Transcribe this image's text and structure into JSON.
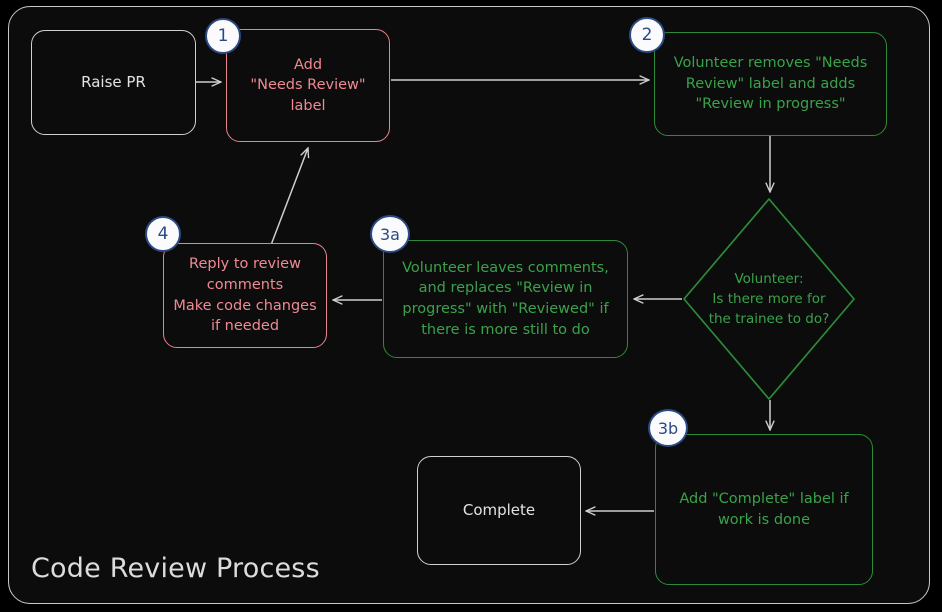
{
  "diagram": {
    "title": "Code Review Process",
    "colors": {
      "background": "#000000",
      "panel": "#0c0c0c",
      "frame_border": "#c9c9c9",
      "gray_node": "#d0d0d0",
      "red_node": "#e8828c",
      "green_node": "#2c8b38",
      "badge_border": "#2b4a84",
      "badge_fill": "#fbfbfd",
      "edge": "#cfcfcf"
    },
    "nodes": [
      {
        "id": "raise-pr",
        "label": "Raise PR",
        "style": "gray",
        "badge": null
      },
      {
        "id": "add-label",
        "label": "Add\n\"Needs Review\"\nlabel",
        "style": "red",
        "badge": "1"
      },
      {
        "id": "volunteer-removes",
        "label": "Volunteer removes \"Needs\nReview\" label and adds\n\"Review in progress\"",
        "style": "green",
        "badge": "2"
      },
      {
        "id": "decision",
        "label": "Volunteer:\nIs there more for\nthe trainee to do?",
        "style": "green-diamond",
        "badge": null
      },
      {
        "id": "volunteer-comments",
        "label": "Volunteer leaves comments,\nand replaces \"Review in\nprogress\" with \"Reviewed\" if\nthere is more still to do",
        "style": "green",
        "badge": "3a"
      },
      {
        "id": "reply-comments",
        "label": "Reply to review\ncomments\nMake code changes\nif needed",
        "style": "red",
        "badge": "4"
      },
      {
        "id": "add-complete",
        "label": "Add \"Complete\" label if\nwork is done",
        "style": "green",
        "badge": "3b"
      },
      {
        "id": "complete",
        "label": "Complete",
        "style": "gray",
        "badge": null
      }
    ],
    "badges": {
      "b1": "1",
      "b2": "2",
      "b3a": "3a",
      "b3b": "3b",
      "b4": "4"
    },
    "edges": [
      {
        "from": "raise-pr",
        "to": "add-label"
      },
      {
        "from": "add-label",
        "to": "volunteer-removes"
      },
      {
        "from": "volunteer-removes",
        "to": "decision"
      },
      {
        "from": "decision",
        "to": "volunteer-comments"
      },
      {
        "from": "volunteer-comments",
        "to": "reply-comments"
      },
      {
        "from": "reply-comments",
        "to": "add-label"
      },
      {
        "from": "decision",
        "to": "add-complete"
      },
      {
        "from": "add-complete",
        "to": "complete"
      }
    ]
  }
}
